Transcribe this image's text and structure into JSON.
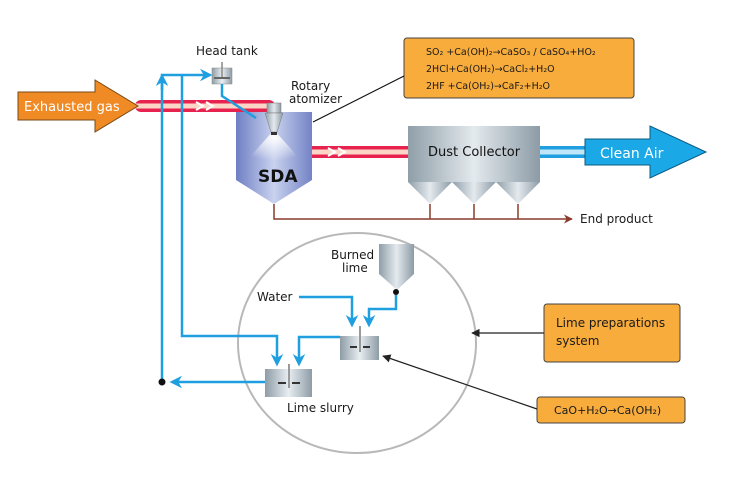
{
  "diagram": {
    "title": "Semi-dry desulfurization process",
    "colors": {
      "gas_arrow": "#f08a24",
      "gas_pipe": "#e8224f",
      "gas_pipe_core": "#fbd6c6",
      "water_pipe": "#1f9fe0",
      "clean_air": "#1aa8e6",
      "note_box": "#f8ac3c",
      "product_line": "#8a3a2a",
      "circle": "#b8b8b8"
    },
    "flows": {
      "inlet": "Exhausted gas",
      "outlet": "Clean Air",
      "end_product": "End product"
    },
    "equipment": {
      "head_tank": "Head tank",
      "rotary_atomizer_line1": "Rotary",
      "rotary_atomizer_line2": "atomizer",
      "sda": "SDA",
      "dust_collector": "Dust Collector",
      "burned_lime_line1": "Burned",
      "burned_lime_line2": "lime",
      "water": "Water",
      "lime_slurry": "Lime slurry"
    },
    "notes": {
      "reactions": [
        "SO₂ +Ca(OH)₂→CaSO₃ / CaSO₄+HO₂",
        "2HCl+Ca(OH₂)→CaCl₂+H₂O",
        "2HF +Ca(OH₂)→CaF₂+H₂O"
      ],
      "lime_system_line1": "Lime preparations",
      "lime_system_line2": "system",
      "slaking_reaction": "CaO+H₂O→Ca(OH₂)"
    }
  }
}
